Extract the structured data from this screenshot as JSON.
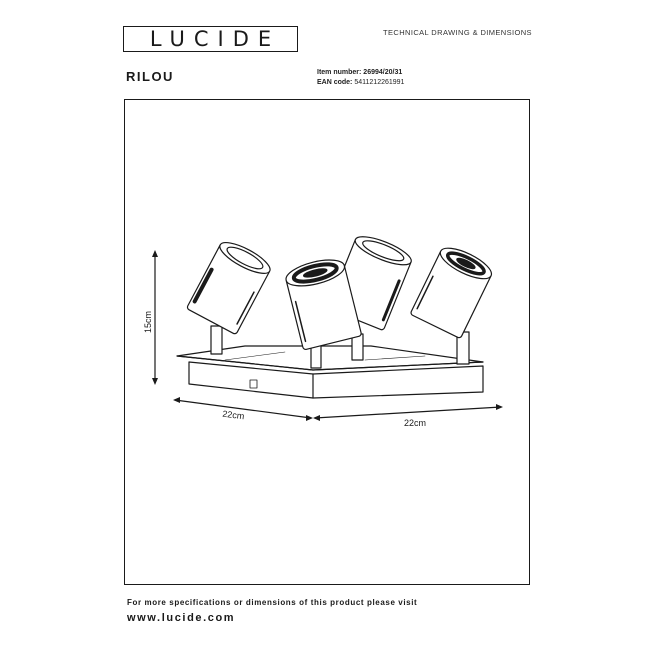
{
  "brand": {
    "logo_text": "LUCIDE"
  },
  "header": {
    "doc_type": "TECHNICAL DRAWING & DIMENSIONS"
  },
  "product": {
    "name": "RILOU",
    "item_number_label": "Item number:",
    "item_number": "26994/20/31",
    "ean_label": "EAN code:",
    "ean": "5411212261991"
  },
  "drawing": {
    "dim_height": "15cm",
    "dim_width_left": "22cm",
    "dim_width_right": "22cm"
  },
  "footer": {
    "text": "For more specifications or dimensions of this product please visit",
    "url": "www.lucide.com"
  },
  "colors": {
    "ink": "#1a1a1a",
    "background": "#ffffff"
  }
}
